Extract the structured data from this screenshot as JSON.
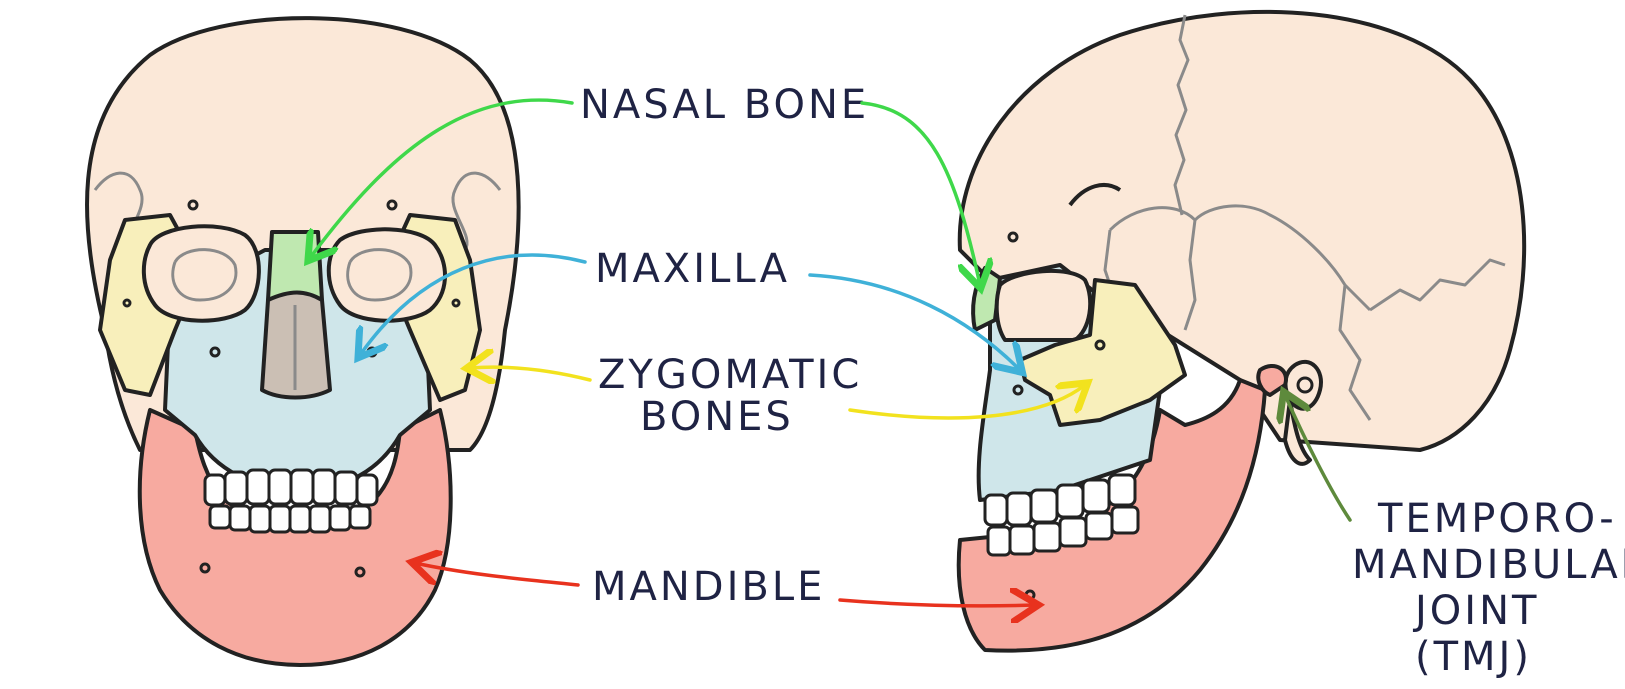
{
  "labels": {
    "nasal_bone": "NASAL BONE",
    "maxilla": "MAXILLA",
    "zygomatic_line1": "ZYGOMATIC",
    "zygomatic_line2": "BONES",
    "mandible": "MANDIBLE",
    "tmj_line1": "TEMPORO-",
    "tmj_line2": "MANDIBULAR",
    "tmj_line3": "JOINT",
    "tmj_line4": "(TMJ)"
  },
  "colors": {
    "skull": "#fbe8d8",
    "nasal": "#bfe8b0",
    "maxilla": "#cfe6ea",
    "zygomatic": "#f8efbb",
    "mandible": "#f7aaa0",
    "teeth": "#ffffff",
    "outline": "#222222",
    "suture": "#8a8a8a",
    "label_text": "#1f2344",
    "arrow_nasal": "#3fd84a",
    "arrow_maxilla": "#3fb1d8",
    "arrow_zygomatic": "#f2e21e",
    "arrow_mandible": "#e8321e",
    "arrow_tmj": "#5e8a3c"
  }
}
